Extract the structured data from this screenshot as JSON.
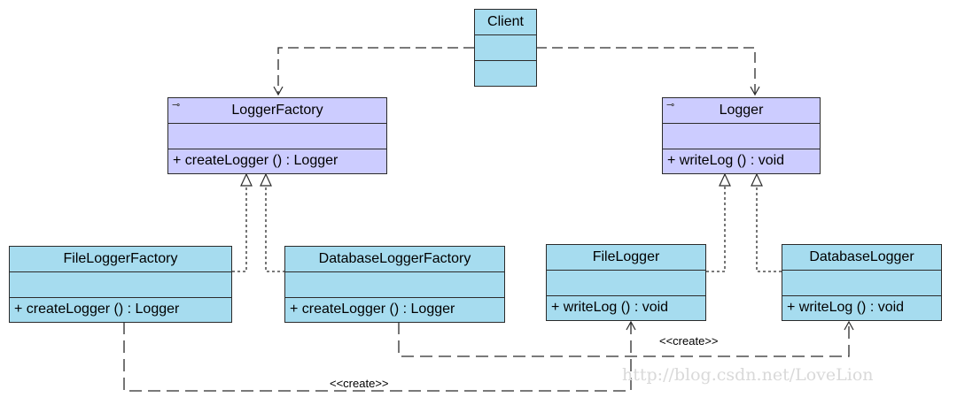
{
  "classes": {
    "client": {
      "name": "Client"
    },
    "logger_factory": {
      "name": "LoggerFactory",
      "stereotype_glyph": "⊸",
      "operation": "+  createLogger () : Logger"
    },
    "logger": {
      "name": "Logger",
      "stereotype_glyph": "⊸",
      "operation": "+  writeLog () : void"
    },
    "file_logger_factory": {
      "name": "FileLoggerFactory",
      "operation": "+  createLogger () : Logger"
    },
    "database_logger_factory": {
      "name": "DatabaseLoggerFactory",
      "operation": "+  createLogger () : Logger"
    },
    "file_logger": {
      "name": "FileLogger",
      "operation": "+  writeLog () : void"
    },
    "database_logger": {
      "name": "DatabaseLogger",
      "operation": "+  writeLog () : void"
    }
  },
  "relations": {
    "create_label_1": "<<create>>",
    "create_label_2": "<<create>>"
  },
  "watermark": "http://blog.csdn.net/LoveLion",
  "colors": {
    "interface_fill": "#ccccff",
    "class_fill": "#a6dcef",
    "line": "#2b2b2b"
  }
}
